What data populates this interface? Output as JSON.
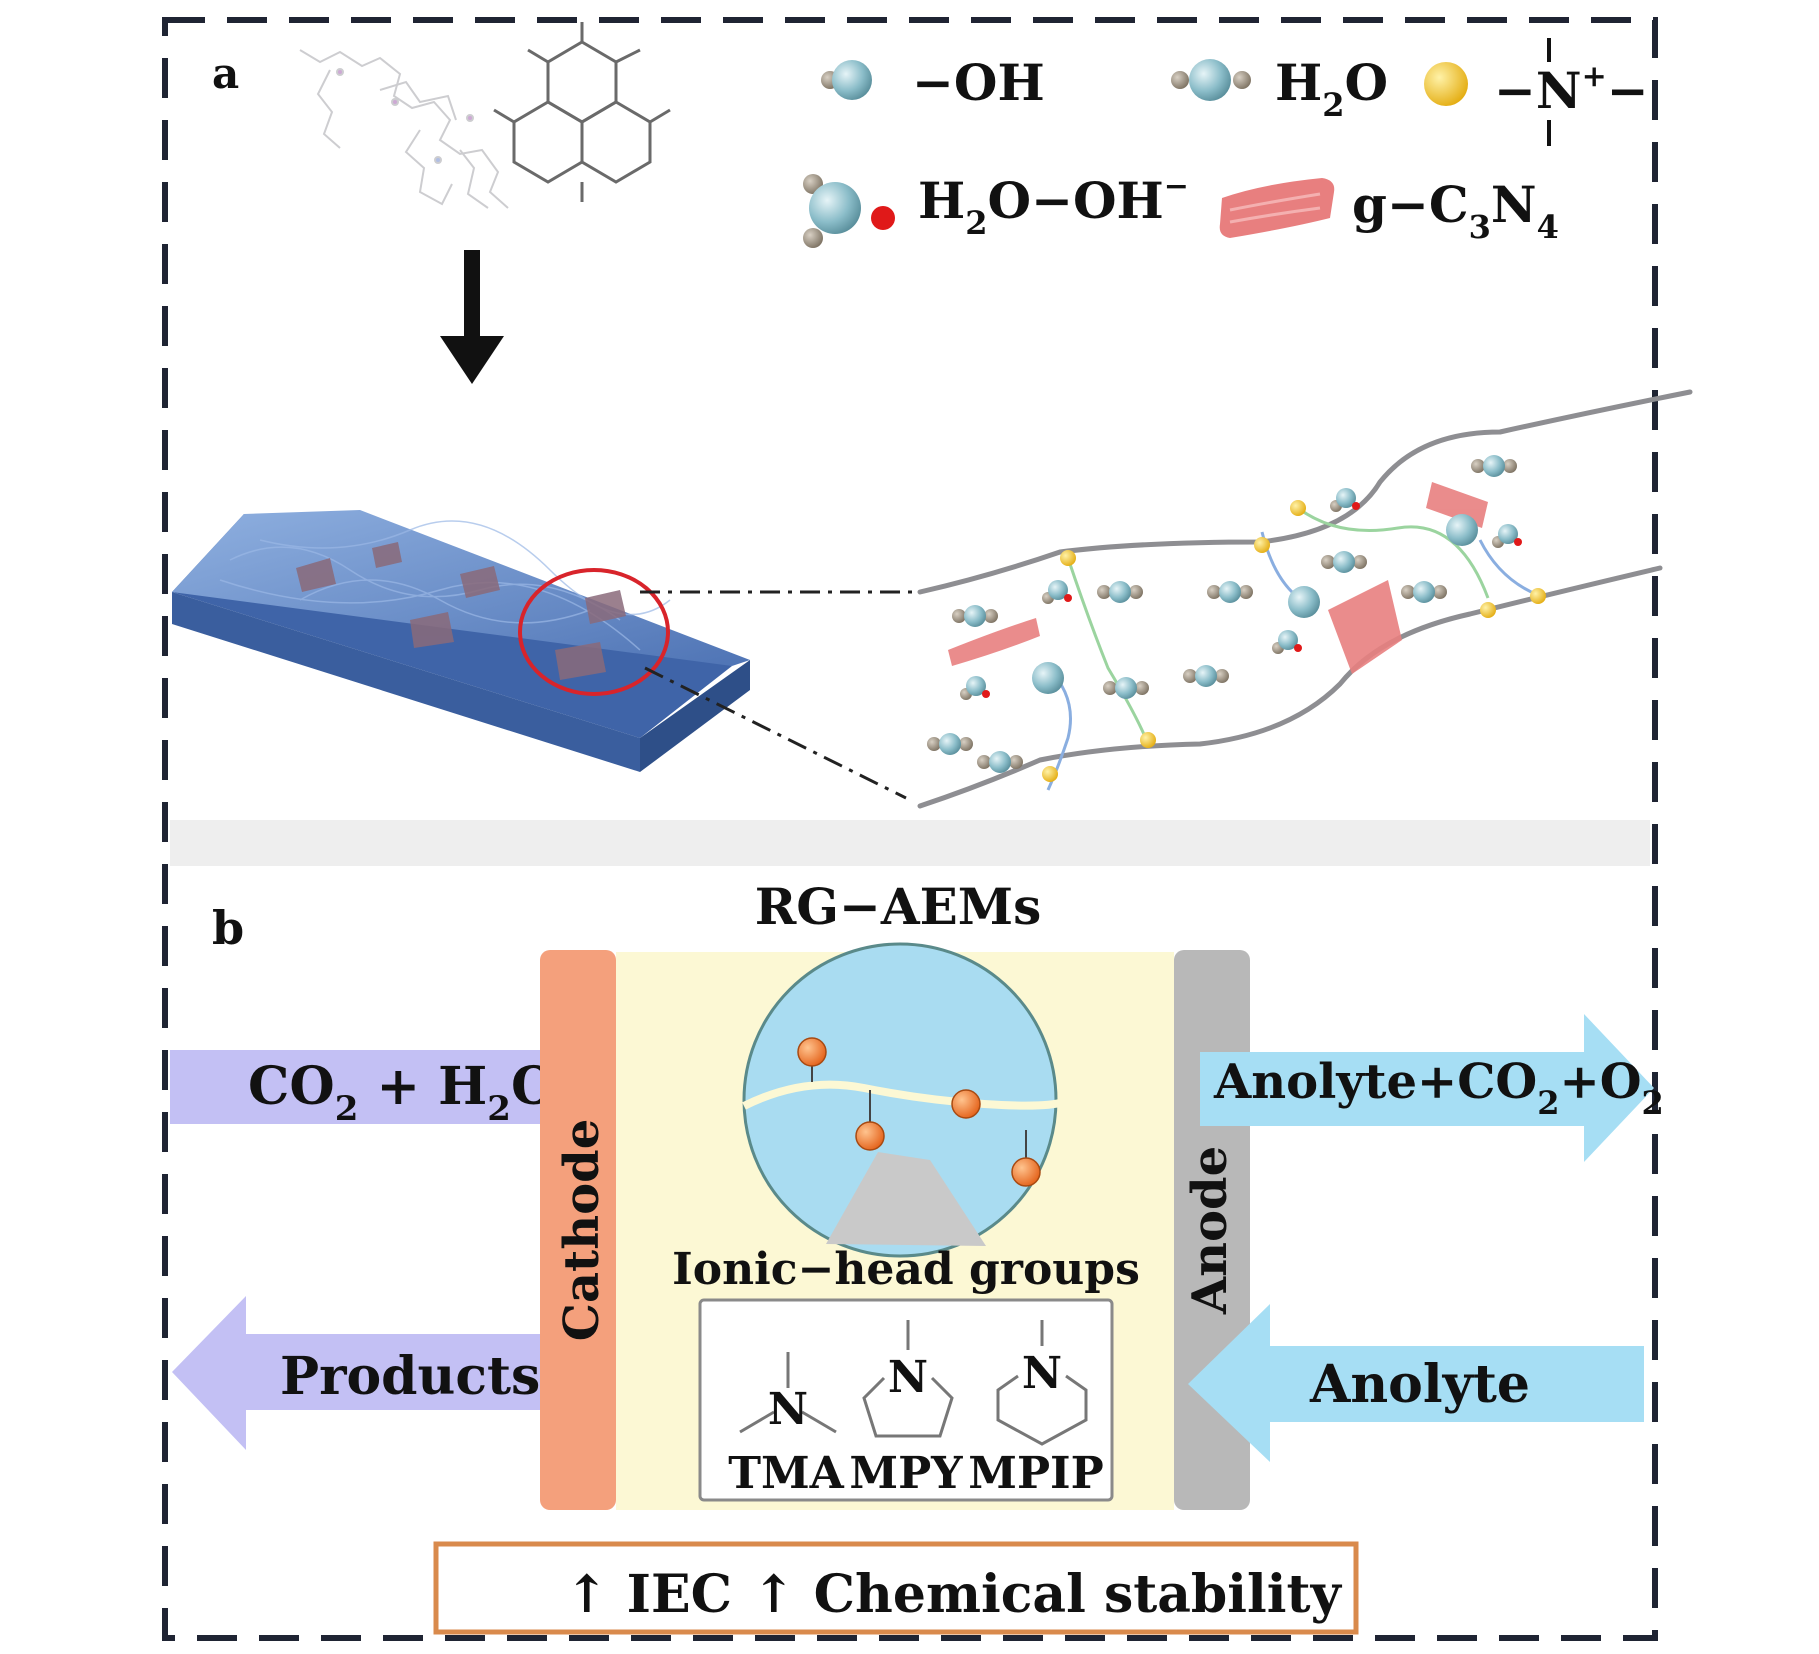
{
  "panel_a": {
    "label": "a",
    "legend": {
      "oh": "−OH",
      "h2o": "H",
      "h2o_sub": "2",
      "h2o_tail": "O",
      "nplus": "−N",
      "nplus_sup": "+",
      "nplus_tail": "−",
      "h2o_oh": "H",
      "h2o_oh_sub": "2",
      "h2o_oh_tail": "O−OH",
      "h2o_oh_sup": "−",
      "gcn_a": "g−C",
      "gcn_sub1": "3",
      "gcn_b": "N",
      "gcn_sub2": "4"
    }
  },
  "panel_b": {
    "label": "b",
    "title": "RG−AEMs",
    "cathode": "Cathode",
    "anode": "Anode",
    "inlet_a": "CO",
    "inlet_sub1": "2",
    "inlet_b": " + H",
    "inlet_sub2": "2",
    "inlet_c": "O",
    "products": "Products",
    "outlet_a": "Anolyte+CO",
    "outlet_sub1": "2",
    "outlet_b": "+O",
    "outlet_sub2": "2",
    "anolyte": "Anolyte",
    "ionic_head": "Ionic−head groups",
    "groups": [
      {
        "atom": "N",
        "name": "TMA"
      },
      {
        "atom": "N",
        "name": "MPY"
      },
      {
        "atom": "N",
        "name": "MPIP"
      }
    ],
    "footer_a": "↑ IEC",
    "footer_b": "↑ Chemical stability"
  },
  "colors": {
    "frame": "#1f2433",
    "cathode": "#f4a07c",
    "anode": "#b8b8b8",
    "membrane": "#fcf8d4",
    "circle": "#a9dcf1",
    "inlet_arrow": "#c3c0f4",
    "outlet_arrow": "#a6def4",
    "footer_border": "#d98a4c",
    "gcn": "#e87f7f",
    "nplus": "#f2c431",
    "membrane_slab": "#6b8fc9"
  }
}
